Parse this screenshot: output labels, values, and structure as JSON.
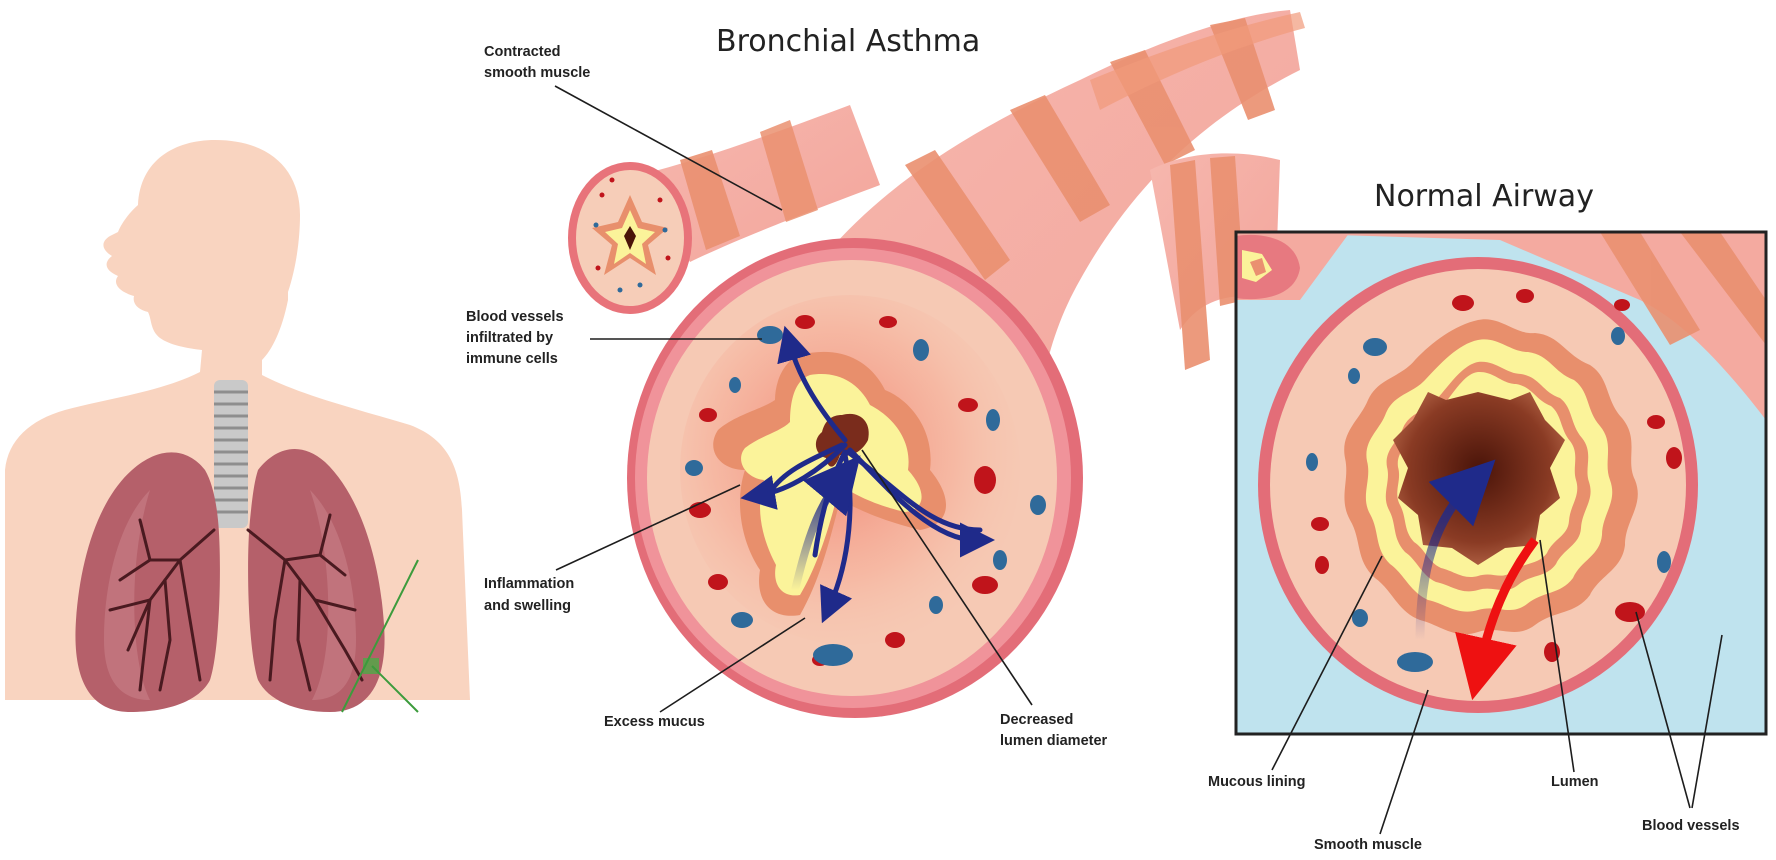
{
  "titles": {
    "asthma": "Bronchial Asthma",
    "normal": "Normal Airway"
  },
  "labels": {
    "contracted_muscle": [
      "Contracted",
      "smooth muscle"
    ],
    "blood_vessels_infiltrated": [
      "Blood vessels",
      "infiltrated by",
      "immune cells"
    ],
    "inflammation": [
      "Inflammation",
      "and swelling"
    ],
    "excess_mucus": [
      "Excess mucus"
    ],
    "decreased_lumen": [
      "Decreased",
      "lumen diameter"
    ],
    "mucous_lining": [
      "Mucous lining"
    ],
    "smooth_muscle": [
      "Smooth muscle"
    ],
    "lumen": [
      "Lumen"
    ],
    "blood_vessels": [
      "Blood vessels"
    ]
  },
  "colors": {
    "skin": "#f9d4c0",
    "lung": "#b5606a",
    "tissue": "#f5c9b5",
    "muscle": "#e88f6c",
    "mucus": "#fbf39a",
    "lumen": "#7a2c1c",
    "red_vessel": "#c0141b",
    "blue_vessel": "#2f6a9a",
    "box_background": "#bfe3ee"
  }
}
